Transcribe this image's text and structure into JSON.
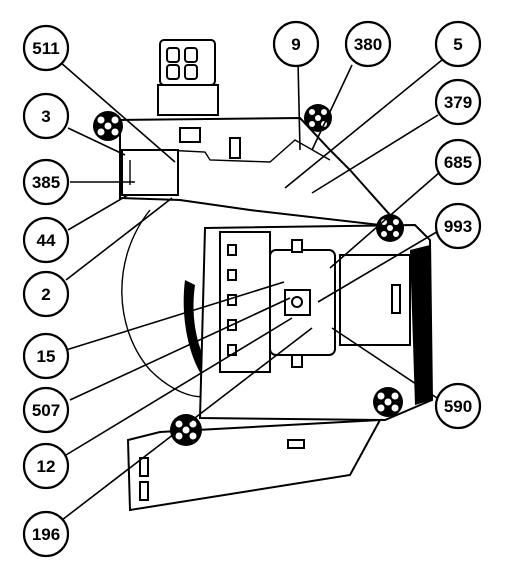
{
  "diagram": {
    "callouts": {
      "c511": "511",
      "c3": "3",
      "c385": "385",
      "c44": "44",
      "c2": "2",
      "c9": "9",
      "c380": "380",
      "c5": "5",
      "c379": "379",
      "c685": "685",
      "c993": "993",
      "c15": "15",
      "c507": "507",
      "c12": "12",
      "c196": "196",
      "c590": "590"
    }
  }
}
